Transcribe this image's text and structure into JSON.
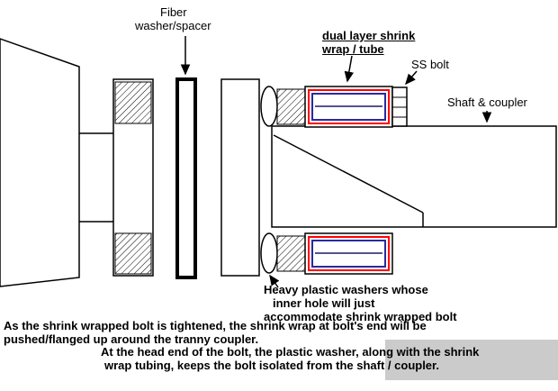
{
  "labels": {
    "fiber": {
      "line1": "Fiber",
      "line2": "washer/spacer"
    },
    "shrink_wrap": {
      "line1": "dual layer shrink",
      "line2": "wrap / tube"
    },
    "ss_bolt": "SS bolt",
    "shaft_coupler": "Shaft & coupler",
    "plastic_washers": {
      "line1": "Heavy plastic washers whose",
      "line2": "inner hole will just",
      "line3": "accommodate shrink wrapped bolt"
    }
  },
  "caption": {
    "line1": "As the shrink wrapped bolt is tightened, the shrink wrap at bolt's end will be",
    "line2": "pushed/flanged up around the tranny coupler.",
    "line3": "At the head end of the bolt, the plastic washer, along with the shrink",
    "line4": "wrap tubing, keeps the bolt isolated from the shaft / coupler."
  },
  "colors": {
    "line": "#000000",
    "shrink_outer_layer": "#ff0000",
    "shrink_inner_layer": "#2a2a9e",
    "background": "#ffffff",
    "artifact": "#cbcbcb"
  }
}
